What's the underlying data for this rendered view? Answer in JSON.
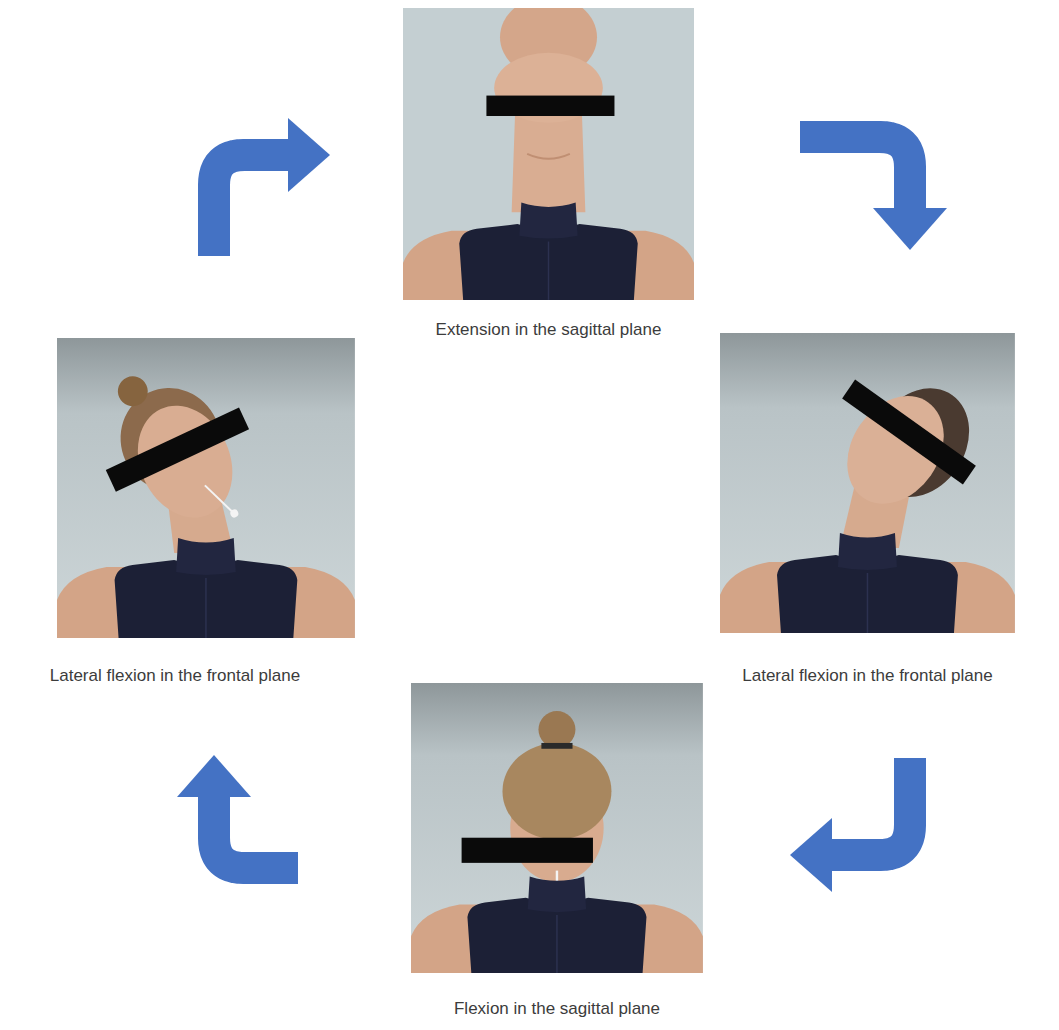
{
  "diagram": {
    "nodes": [
      {
        "text": [
          "Extension in the sagittal plane"
        ]
      },
      {
        "text": [
          "Lateral flexion in the frontal plane"
        ]
      },
      {
        "text": [
          "Lateral flexion in the frontal plane"
        ]
      },
      {
        "text": [
          "Flexion in the sagittal plane"
        ]
      }
    ],
    "edges": [
      {
        "from": 0,
        "to": 2,
        "arrow": "to"
      },
      {
        "from": 2,
        "to": 3,
        "arrow": "to"
      },
      {
        "from": 3,
        "to": 1,
        "arrow": "to"
      },
      {
        "from": 1,
        "to": 0,
        "arrow": "to"
      }
    ]
  }
}
